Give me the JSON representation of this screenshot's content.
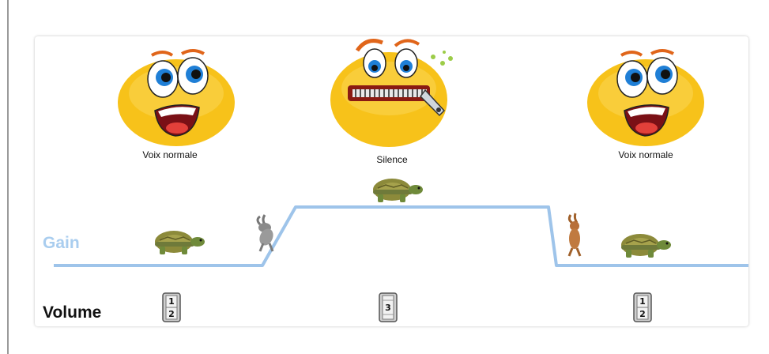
{
  "faces": [
    {
      "caption": "Voix normale",
      "expression": "happy-face"
    },
    {
      "caption": "Silence",
      "expression": "zipped-mouth-face"
    },
    {
      "caption": "Voix normale",
      "expression": "happy-face"
    }
  ],
  "gain": {
    "label": "Gain",
    "line_color": "#9ec4ea"
  },
  "volume": {
    "label": "Volume",
    "knobs": [
      {
        "top": "1",
        "bottom": "2"
      },
      {
        "top": "3",
        "bottom": ""
      },
      {
        "top": "1",
        "bottom": "2"
      }
    ]
  },
  "animals": [
    "tortoise-icon",
    "hare-icon",
    "tortoise-icon",
    "hare-icon",
    "tortoise-icon"
  ],
  "colors": {
    "face_yellow": "#f7c21a",
    "eye_blue": "#1f7fd6",
    "gain_text": "#a9cdef"
  }
}
